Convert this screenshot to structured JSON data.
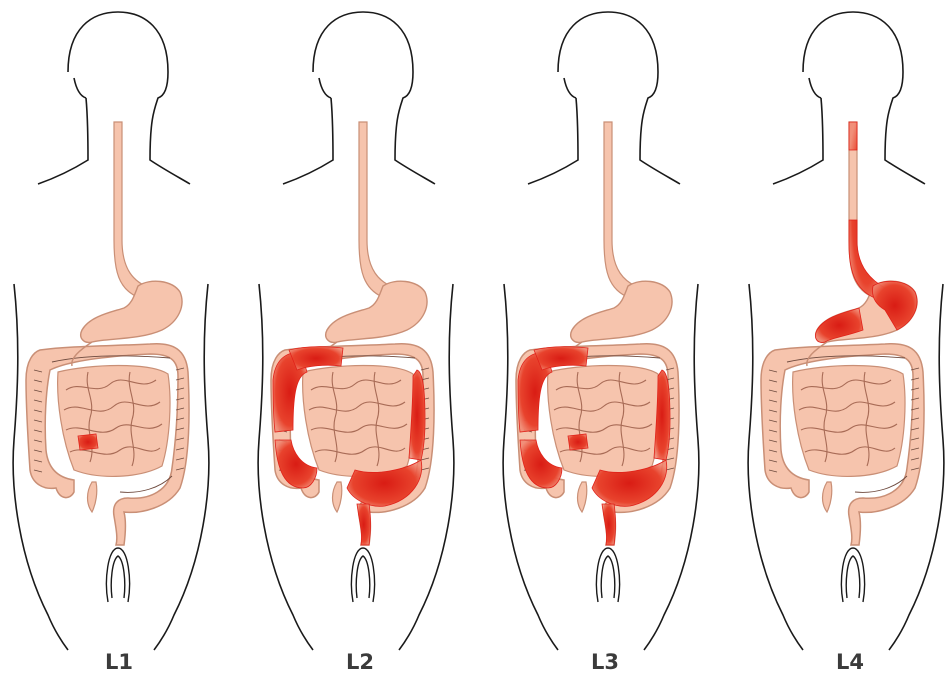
{
  "panels": [
    {
      "label": "L1",
      "highlight": [
        "terminal-ileum"
      ]
    },
    {
      "label": "L2",
      "highlight": [
        "ascending-colon",
        "transverse-colon-right",
        "descending-colon",
        "sigmoid-colon",
        "rectum",
        "cecum"
      ]
    },
    {
      "label": "L3",
      "highlight": [
        "terminal-ileum",
        "ascending-colon",
        "transverse-colon-right",
        "descending-colon",
        "sigmoid-colon",
        "rectum",
        "cecum"
      ]
    },
    {
      "label": "L4",
      "highlight": [
        "esophagus",
        "stomach",
        "duodenum"
      ]
    }
  ],
  "colors": {
    "outline": "#1a1a1a",
    "tissue": "#f6c4ad",
    "tissue_stroke": "#c98f76",
    "inflamed": "#e0221a",
    "inflamed_light": "#f08670"
  }
}
